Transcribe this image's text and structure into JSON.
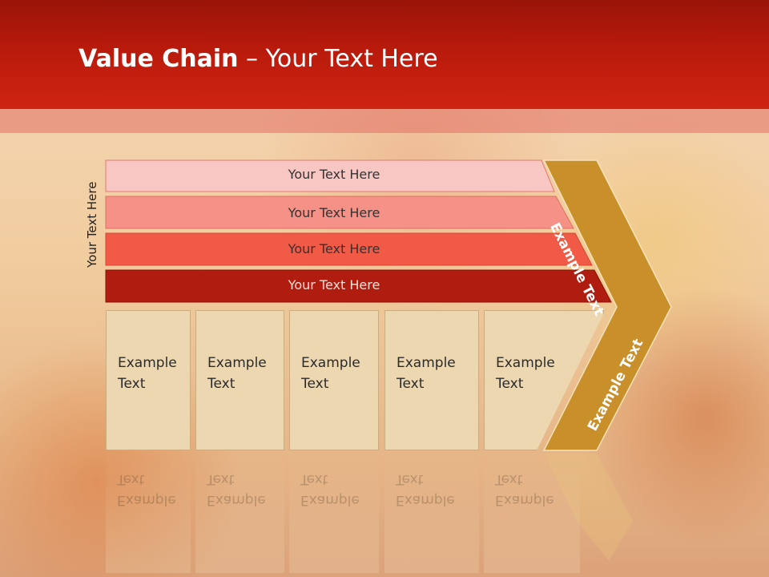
{
  "title": {
    "bold": "Value Chain",
    "rest": " – Your Text Here"
  },
  "side_label": "Your Text Here",
  "rows": [
    {
      "label": "Your Text Here",
      "color": "#f9c7c3"
    },
    {
      "label": "Your Text Here",
      "color": "#f59186"
    },
    {
      "label": "Your Text Here",
      "color": "#f05a46"
    },
    {
      "label": "Your Text Here",
      "color": "#b01c10"
    }
  ],
  "boxes": [
    {
      "line1": "Example",
      "line2": "Text"
    },
    {
      "line1": "Example",
      "line2": "Text"
    },
    {
      "line1": "Example",
      "line2": "Text"
    },
    {
      "line1": "Example",
      "line2": "Text"
    },
    {
      "line1": "Example",
      "line2": "Text"
    }
  ],
  "chevron": {
    "upper_label": "Example Text",
    "lower_label": "Example Text",
    "color": "#c98f2a"
  }
}
